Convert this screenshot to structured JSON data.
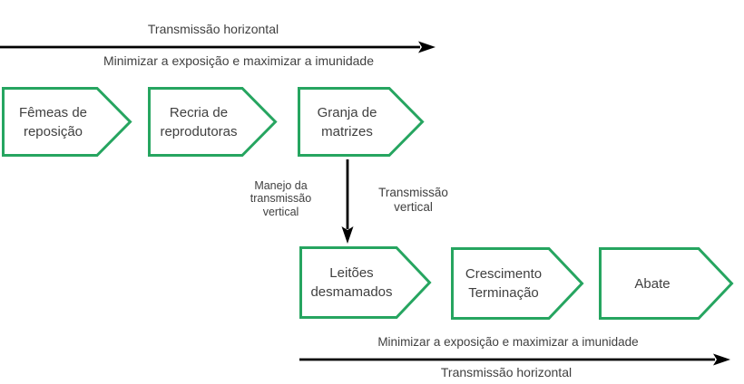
{
  "colors": {
    "green": "#26a560",
    "text": "#404040",
    "arrow": "#000000",
    "background": "#ffffff"
  },
  "top_flow": {
    "label_above_arrow": "Transmissão horizontal",
    "label_below_arrow": "Minimizar a exposição e maximizar a imunidade"
  },
  "stages_top": [
    {
      "label": "Fêmeas de\nreposição"
    },
    {
      "label": "Recria de\nreprodutoras"
    },
    {
      "label": "Granja de\nmatrizes"
    }
  ],
  "vertical_flow": {
    "label_left": "Manejo da\ntransmissão\nvertical",
    "label_right": "Transmissão\nvertical"
  },
  "stages_bottom": [
    {
      "label": "Leitões\ndesmamados"
    },
    {
      "label": "Crescimento\nTerminação"
    },
    {
      "label": "Abate"
    }
  ],
  "bottom_flow": {
    "label_above_arrow": "Minimizar a exposição e maximizar a imunidade",
    "label_below_arrow": "Transmissão horizontal"
  }
}
